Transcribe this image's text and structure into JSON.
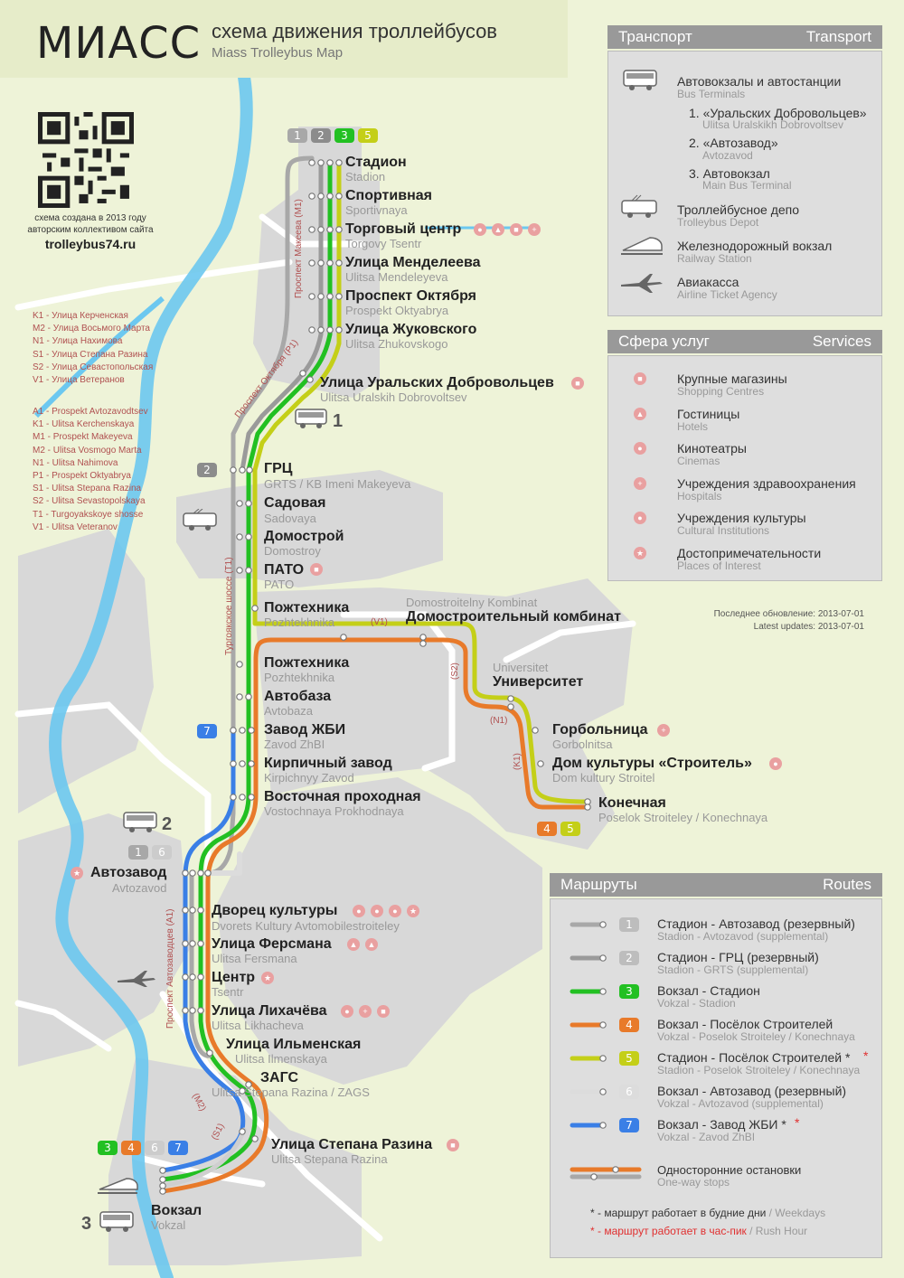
{
  "header": {
    "title": "МИАСС",
    "subtitle_ru": "схема движения троллейбусов",
    "subtitle_en": "Miass Trolleybus Map"
  },
  "credit": {
    "line1": "схема создана в 2013 году",
    "line2": "авторским коллективом сайта",
    "site": "trolleybus74.ru"
  },
  "streets_ru": [
    "K1  - Улица Керченская",
    "M2 - Улица Восьмого Марта",
    "N1  - Улица Нахимова",
    "S1  - Улица Степана Разина",
    "S2  - Улица Севастопольская",
    "V1  - Улица Ветеранов"
  ],
  "streets_en": [
    "A1  - Prospekt Avtozavodtsev",
    "K1  - Ulitsa Kerchenskaya",
    "M1 - Prospekt Makeyeva",
    "M2 - Ulitsa Vosmogo Marta",
    "N1  - Ulitsa Nahimova",
    "P1  - Prospekt Oktyabrya",
    "S1  - Ulitsa Stepana Razina",
    "S2  - Ulitsa Sevastopolskaya",
    "T1  - Turgoyakskoye shosse",
    "V1  - Ulitsa Veteranov"
  ],
  "street_labels": {
    "makeyeva": "Проспект Макеева (M1)",
    "oktyabrya": "Проспект Октября (P1)",
    "turgoyak": "Тургоякское шоссе (T1)",
    "avtozavodtsev": "Проспект Автозаводцев (A1)",
    "v1": "(V1)",
    "s2": "(S2)",
    "n1": "(N1)",
    "k1": "(K1)",
    "m2": "(M2)",
    "s1": "(S1)"
  },
  "stations": [
    {
      "ru": "Стадион",
      "en": "Stadion"
    },
    {
      "ru": "Спортивная",
      "en": "Sportivnaya"
    },
    {
      "ru": "Торговый центр",
      "en": "Torgovy Tsentr"
    },
    {
      "ru": "Улица Менделеева",
      "en": "Ulitsa Mendeleyeva"
    },
    {
      "ru": "Проспект Октября",
      "en": "Prospekt Oktyabrya"
    },
    {
      "ru": "Улица Жуковского",
      "en": "Ulitsa Zhukovskogo"
    },
    {
      "ru": "Улица Уральских Добровольцев",
      "en": "Ulitsa Uralskih Dobrovoltsev"
    },
    {
      "ru": "ГРЦ",
      "en": "GRTS / KB Imeni Makeyeva"
    },
    {
      "ru": "Садовая",
      "en": "Sadovaya"
    },
    {
      "ru": "Домострой",
      "en": "Domostroy"
    },
    {
      "ru": "ПАТО",
      "en": "PATO"
    },
    {
      "ru": "Пожтехника",
      "en": "Pozhtekhnika"
    },
    {
      "ru": "Домостроительный комбинат",
      "en": "Domostroitelny Kombinat"
    },
    {
      "ru": "Пожтехника",
      "en": "Pozhtekhnika"
    },
    {
      "ru": "Автобаза",
      "en": "Avtobaza"
    },
    {
      "ru": "Завод ЖБИ",
      "en": "Zavod  ZhBI"
    },
    {
      "ru": "Кирпичный завод",
      "en": "Kirpichnyy Zavod"
    },
    {
      "ru": "Восточная проходная",
      "en": "Vostochnaya Prokhodnaya"
    },
    {
      "ru": "Университет",
      "en": "Universitet"
    },
    {
      "ru": "Горбольница",
      "en": "Gorbolnitsa"
    },
    {
      "ru": "Дом культуры «Строитель»",
      "en": "Dom kultury Stroitel"
    },
    {
      "ru": "Конечная",
      "en": "Poselok Stroiteley / Konechnaya"
    },
    {
      "ru": "Автозавод",
      "en": "Avtozavod"
    },
    {
      "ru": "Дворец культуры",
      "en": "Dvorets Kultury Avtomobilestroiteley"
    },
    {
      "ru": "Улица Ферсмана",
      "en": "Ulitsa Fersmana"
    },
    {
      "ru": "Центр",
      "en": "Tsentr"
    },
    {
      "ru": "Улица Лихачёва",
      "en": "Ulitsa Likhacheva"
    },
    {
      "ru": "Улица Ильменская",
      "en": "Ulitsa Ilmenskaya"
    },
    {
      "ru": "ЗАГС",
      "en": "Ulitsa Stepana Razina / ZAGS"
    },
    {
      "ru": "Улица Степана Разина",
      "en": "Ulitsa Stepana Razina"
    },
    {
      "ru": "Вокзал",
      "en": "Vokzal"
    }
  ],
  "terminal_numbers": {
    "t1": "1",
    "t2": "2",
    "t3": "3"
  },
  "badges": {
    "top": [
      "1",
      "2",
      "3",
      "5"
    ],
    "grts": "2",
    "zhbi": "7",
    "avtozavod": [
      "1",
      "6"
    ],
    "konechnaya": [
      "4",
      "5"
    ],
    "vokzal": [
      "3",
      "4",
      "6",
      "7"
    ]
  },
  "colors": {
    "r1": "#a8a8a8",
    "r2": "#9a9a9a",
    "r3": "#22c022",
    "r4": "#e87a2a",
    "r5": "#c4cf18",
    "r6": "#cccccc",
    "r7": "#3a7fe6",
    "river": "#6cc8f0"
  },
  "transport": {
    "head_ru": "Транспорт",
    "head_en": "Transport",
    "items": [
      {
        "ru": "Автовокзалы и автостанции",
        "en": "Bus Terminals"
      },
      {
        "ru": "1. «Уральских Добровольцев»",
        "en": "Ulitsa Uralskikh Dobrovoltsev"
      },
      {
        "ru": "2. «Автозавод»",
        "en": "Avtozavod"
      },
      {
        "ru": "3. Автовокзал",
        "en": "Main Bus Terminal"
      },
      {
        "ru": "Троллейбусное депо",
        "en": "Trolleybus Depot"
      },
      {
        "ru": "Железнодорожный вокзал",
        "en": "Railway Station"
      },
      {
        "ru": "Авиакасса",
        "en": "Airline Ticket Agency"
      }
    ]
  },
  "services": {
    "head_ru": "Сфера услуг",
    "head_en": "Services",
    "items": [
      {
        "ru": "Крупные магазины",
        "en": "Shopping Centres",
        "icon": "shopping-icon"
      },
      {
        "ru": "Гостиницы",
        "en": "Hotels",
        "icon": "hotel-icon"
      },
      {
        "ru": "Кинотеатры",
        "en": "Cinemas",
        "icon": "cinema-icon"
      },
      {
        "ru": "Учреждения здравоохранения",
        "en": "Hospitals",
        "icon": "hospital-icon"
      },
      {
        "ru": "Учреждения культуры",
        "en": "Cultural Institutions",
        "icon": "culture-icon"
      },
      {
        "ru": "Достопримечательности",
        "en": "Places of Interest",
        "icon": "landmark-icon"
      }
    ]
  },
  "update": {
    "ru": "Последнее обновление: 2013-07-01",
    "en": "Latest updates: 2013-07-01"
  },
  "routes": {
    "head_ru": "Маршруты",
    "head_en": "Routes",
    "items": [
      {
        "num": "1",
        "ru": "Стадион - Автозавод (резервный)",
        "en": "Stadion - Avtozavod (supplemental)",
        "mark": ""
      },
      {
        "num": "2",
        "ru": "Стадион - ГРЦ (резервный)",
        "en": "Stadion - GRTS (supplemental)",
        "mark": ""
      },
      {
        "num": "3",
        "ru": "Вокзал - Стадион",
        "en": "Vokzal - Stadion",
        "mark": ""
      },
      {
        "num": "4",
        "ru": "Вокзал - Посёлок Строителей",
        "en": "Vokzal - Poselok Stroiteley / Konechnaya",
        "mark": ""
      },
      {
        "num": "5",
        "ru": "Стадион - Посёлок Строителей *",
        "en": "Stadion - Poselok Stroiteley / Konechnaya",
        "mark": "*"
      },
      {
        "num": "6",
        "ru": "Вокзал - Автозавод (резервный)",
        "en": "Vokzal - Avtozavod (supplemental)",
        "mark": ""
      },
      {
        "num": "7",
        "ru": "Вокзал - Завод ЖБИ *",
        "en": "Vokzal - Zavod ZhBI",
        "mark": "*"
      }
    ],
    "oneway_ru": "Односторонние остановки",
    "oneway_en": "One-way stops",
    "note1_star": "*",
    "note1_ru": " - маршрут работает в будние дни",
    "note1_en": " / Weekdays",
    "note2_star": "*",
    "note2_ru": " - маршрут работает в час-пик",
    "note2_en": " / Rush Hour"
  }
}
